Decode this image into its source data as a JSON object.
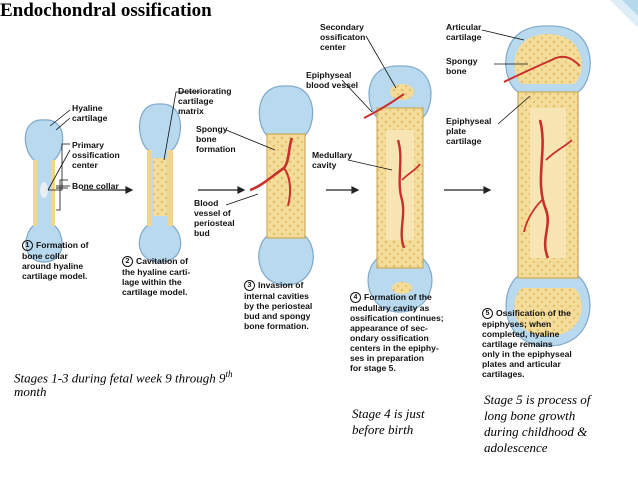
{
  "title": "Endochondral ossification",
  "labels": {
    "hyaline_cartilage": "Hyaline\ncartilage",
    "primary_center": "Primary\nossification\ncenter",
    "bone_collar": "Bone collar",
    "deteriorating": "Deteriorating\ncartilage\nmatrix",
    "spongy_formation": "Spongy\nbone\nformation",
    "blood_vessel": "Blood\nvessel of\nperiosteal\nbud",
    "secondary_center": "Secondary\nossificaton\ncenter",
    "epiphyseal_vessel": "Epiphyseal\nblood vessel",
    "medullary_cavity": "Medullary\ncavity",
    "articular_cartilage": "Articular\ncartilage",
    "spongy_bone": "Spongy\nbone",
    "epiphyseal_plate": "Epiphyseal\nplate\ncartilage"
  },
  "steps": [
    {
      "num": "1",
      "text": "Formation of\nbone collar\naround hyaline\ncartilage model."
    },
    {
      "num": "2",
      "text": "Cavitation of\nthe hyaline carti-\nlage within the\ncartilage model."
    },
    {
      "num": "3",
      "text": "Invasion of\ninternal cavities\nby the periosteal\nbud and spongy\nbone formation."
    },
    {
      "num": "4",
      "text": "Formation of the\nmedullary cavity as\nossification continues;\nappearance of sec-\nondary ossification\ncenters in the epiphy-\nses in preparation\nfor stage 5."
    },
    {
      "num": "5",
      "text": "Ossification of the\nepiphyses; when\ncompleted, hyaline\ncartilage remains\nonly in the epiphyseal\nplates and articular\ncartilages."
    }
  ],
  "captions": {
    "stages13_main": "Stages 1-3 during fetal week 9 through 9",
    "stages13_sup": "th",
    "stages13_line2": "month",
    "stage4": "Stage 4 is just\nbefore birth",
    "stage5": "Stage 5 is process of\nlong bone growth\nduring childhood &\nadolescence"
  },
  "colors": {
    "cartilage": "#b9d9ef",
    "cartilage_edge": "#7fa9c8",
    "bone": "#f1d58c",
    "bone_edge": "#c9a24a",
    "vessel": "#c9302c",
    "background": "#ffffff"
  }
}
